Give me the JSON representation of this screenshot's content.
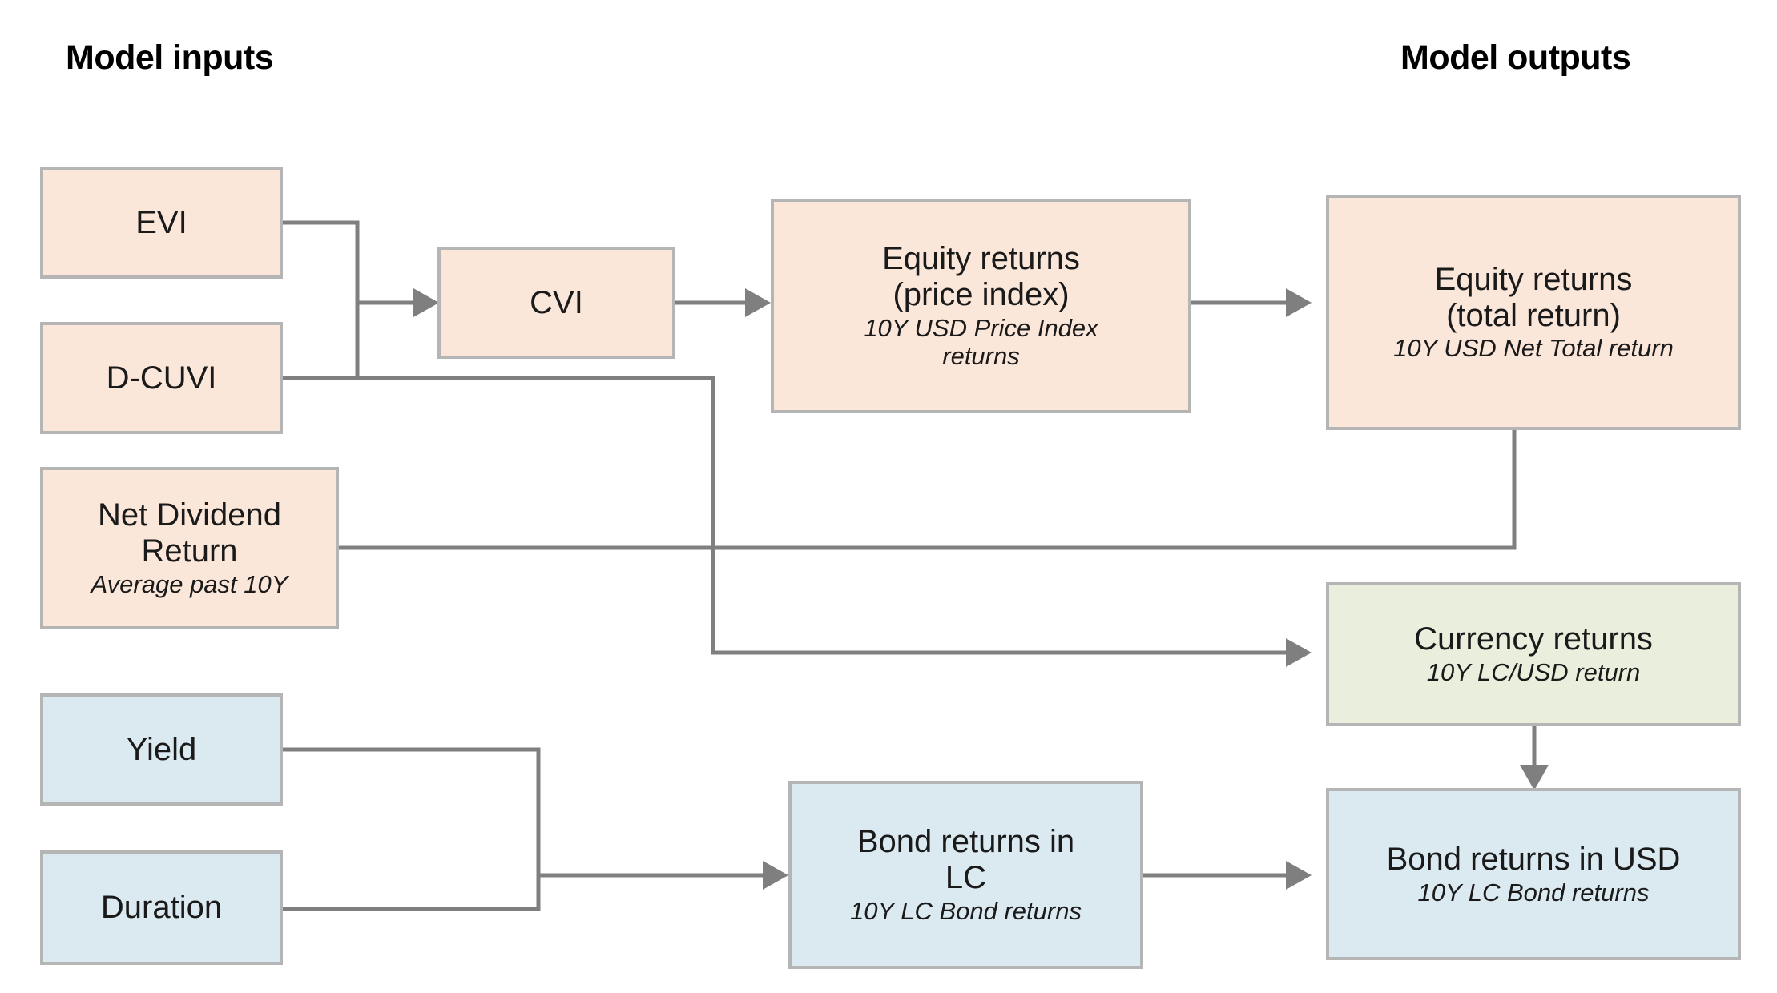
{
  "headers": {
    "inputs": "Model inputs",
    "outputs": "Model outputs"
  },
  "colors": {
    "equity_fill": "#fbe6da",
    "bond_fill": "#dbe9f0",
    "currency_fill": "#eaeedd",
    "node_border": "#b5b5b5",
    "connector": "#7f7f7f",
    "text": "#1a1a1a",
    "background": "#ffffff"
  },
  "nodes": {
    "evi": {
      "title": "EVI",
      "subtitle": ""
    },
    "dcuvi": {
      "title": "D-CUVI",
      "subtitle": ""
    },
    "net_dividend": {
      "title": "Net Dividend\nReturn",
      "subtitle": "Average past 10Y"
    },
    "yield": {
      "title": "Yield",
      "subtitle": ""
    },
    "duration": {
      "title": "Duration",
      "subtitle": ""
    },
    "cvi": {
      "title": "CVI",
      "subtitle": ""
    },
    "equity_price": {
      "title": "Equity returns\n(price index)",
      "subtitle": "10Y USD Price Index\nreturns"
    },
    "bond_lc": {
      "title": "Bond returns in\nLC",
      "subtitle": "10Y LC Bond returns"
    },
    "equity_total": {
      "title": "Equity returns\n(total return)",
      "subtitle": "10Y USD Net Total return"
    },
    "currency": {
      "title": "Currency returns",
      "subtitle": "10Y LC/USD return"
    },
    "bond_usd": {
      "title": "Bond returns in USD",
      "subtitle": "10Y LC Bond returns"
    }
  },
  "connections": [
    {
      "name": "evi-to-cvi",
      "from": "evi",
      "to": "cvi",
      "arrow": true
    },
    {
      "name": "dcuvi-to-cvi",
      "from": "dcuvi",
      "to": "cvi",
      "arrow": true
    },
    {
      "name": "cvi-to-equity-price",
      "from": "cvi",
      "to": "equity_price",
      "arrow": true
    },
    {
      "name": "equity-price-to-equity-total",
      "from": "equity_price",
      "to": "equity_total",
      "arrow": true
    },
    {
      "name": "net-dividend-to-equity-total",
      "from": "net_dividend",
      "to": "equity_total",
      "arrow": true
    },
    {
      "name": "dcuvi-to-currency",
      "from": "dcuvi",
      "to": "currency",
      "arrow": true
    },
    {
      "name": "currency-to-bond-usd",
      "from": "currency",
      "to": "bond_usd",
      "arrow": true
    },
    {
      "name": "yield-to-bond-lc",
      "from": "yield",
      "to": "bond_lc",
      "arrow": true
    },
    {
      "name": "duration-to-bond-lc",
      "from": "duration",
      "to": "bond_lc",
      "arrow": true
    },
    {
      "name": "bond-lc-to-bond-usd",
      "from": "bond_lc",
      "to": "bond_usd",
      "arrow": true
    }
  ]
}
